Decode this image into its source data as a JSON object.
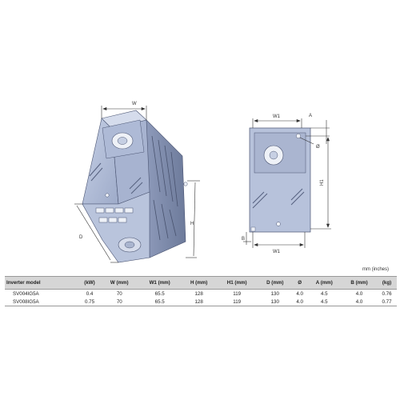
{
  "labels": {
    "w": "W",
    "d": "D",
    "h": "H",
    "w1_top": "W1",
    "w1_bottom": "W1",
    "a": "A",
    "b": "B",
    "h1": "H1",
    "diameter": "Ø"
  },
  "units_note": "mm (inches)",
  "table": {
    "headers": [
      "Inverter model",
      "(kW)",
      "W (mm)",
      "W1 (mm)",
      "H (mm)",
      "H1 (mm)",
      "D (mm)",
      "Ø",
      "A (mm)",
      "B (mm)",
      "(kg)"
    ],
    "rows": [
      [
        "SV004IG5A",
        "0.4",
        "70",
        "65.5",
        "128",
        "119",
        "130",
        "4.0",
        "4.5",
        "4.0",
        "0.76"
      ],
      [
        "SV008IG5A",
        "0.75",
        "70",
        "65.5",
        "128",
        "119",
        "130",
        "4.0",
        "4.5",
        "4.0",
        "0.77"
      ]
    ]
  },
  "colors": {
    "body": "#b4c0da",
    "body_dark": "#8592b3",
    "line": "#333333"
  }
}
